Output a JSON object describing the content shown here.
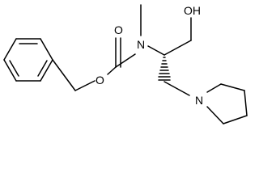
{
  "molecule": {
    "atoms": {
      "hydroxyl": "OH",
      "carbamate_n": "N",
      "carbonyl_o": "O",
      "ester_o": "O",
      "pyrrolidine_n": "N"
    },
    "colors": {
      "bond": "#000000",
      "label": "#000000",
      "background": "#ffffff"
    }
  }
}
